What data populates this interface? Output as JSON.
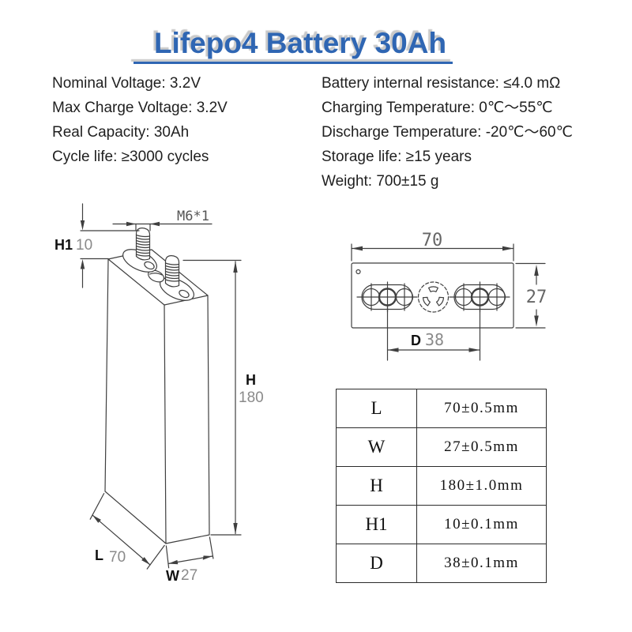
{
  "title": {
    "text": "Lifepo4 Battery 30Ah"
  },
  "specs": {
    "left": [
      "Nominal Voltage: 3.2V",
      "Max Charge Voltage: 3.2V",
      "Real Capacity: 30Ah",
      "Cycle life: ≥3000 cycles"
    ],
    "right": [
      "Battery internal resistance: ≤4.0 mΩ",
      "Charging Temperature: 0℃～55℃",
      "Discharge Temperature: -20℃～60℃",
      "Storage life: ≥15 years",
      "Weight: 700±15 g"
    ]
  },
  "drawing_3d": {
    "thread_spec": "M6*1",
    "h1": {
      "label": "H1",
      "value": "10"
    },
    "h": {
      "label": "H",
      "value": "180"
    },
    "l": {
      "label": "L",
      "value": "70"
    },
    "w": {
      "label": "W",
      "value": "27"
    }
  },
  "drawing_top": {
    "length": "70",
    "width": "27",
    "d": {
      "label": "D",
      "value": "38"
    }
  },
  "dimensions_table": {
    "rows": [
      {
        "param": "L",
        "value": "70±0.5mm"
      },
      {
        "param": "W",
        "value": "27±0.5mm"
      },
      {
        "param": "H",
        "value": "180±1.0mm"
      },
      {
        "param": "H1",
        "value": "10±0.1mm"
      },
      {
        "param": "D",
        "value": "38±0.1mm"
      }
    ]
  },
  "colors": {
    "title_blue": "#2f66b3",
    "drawing_line": "#3f3f3f",
    "dim_value_gray": "#8a8a8a",
    "body_text": "#1f1f1f"
  }
}
